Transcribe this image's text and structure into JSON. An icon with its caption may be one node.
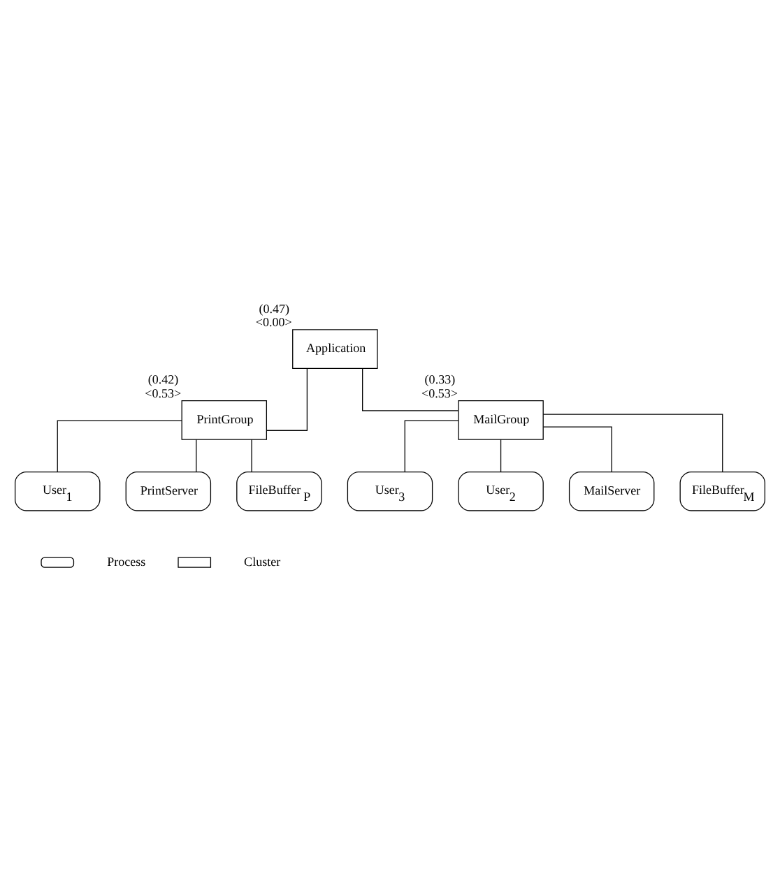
{
  "diagram": {
    "nodes": [
      {
        "text": [
          "Application"
        ],
        "beside": [
          "(0.47)",
          "<0.00>"
        ]
      },
      {
        "text": [
          "PrintGroup"
        ],
        "beside": [
          "(0.42)",
          "<0.53>"
        ]
      },
      {
        "text": [
          "MailGroup"
        ],
        "beside": [
          "(0.33)",
          "<0.53>"
        ]
      },
      {
        "text": [
          "User$_{1}$"
        ]
      },
      {
        "text": [
          "PrintServer"
        ]
      },
      {
        "text": [
          "FileBuffer $_{P}$"
        ]
      },
      {
        "text": [
          "User$_{3}$"
        ]
      },
      {
        "text": [
          "User$_{2}$"
        ]
      },
      {
        "text": [
          "MailServer"
        ]
      },
      {
        "text": [
          "FileBuffer$_{M}$"
        ]
      }
    ],
    "edges": [
      {
        "from": 0,
        "to": 1,
        "arrow": "none"
      },
      {
        "from": 0,
        "to": 2,
        "arrow": "none"
      },
      {
        "from": 1,
        "to": 3,
        "arrow": "none"
      },
      {
        "from": 1,
        "to": 4,
        "arrow": "none"
      },
      {
        "from": 1,
        "to": 5,
        "arrow": "none"
      },
      {
        "from": 2,
        "to": 6,
        "arrow": "none"
      },
      {
        "from": 2,
        "to": 7,
        "arrow": "none"
      },
      {
        "from": 2,
        "to": 8,
        "arrow": "none"
      },
      {
        "from": 2,
        "to": 9,
        "arrow": "none"
      }
    ],
    "legend": [
      {
        "text": "Process"
      },
      {
        "text": "Cluster"
      }
    ]
  }
}
